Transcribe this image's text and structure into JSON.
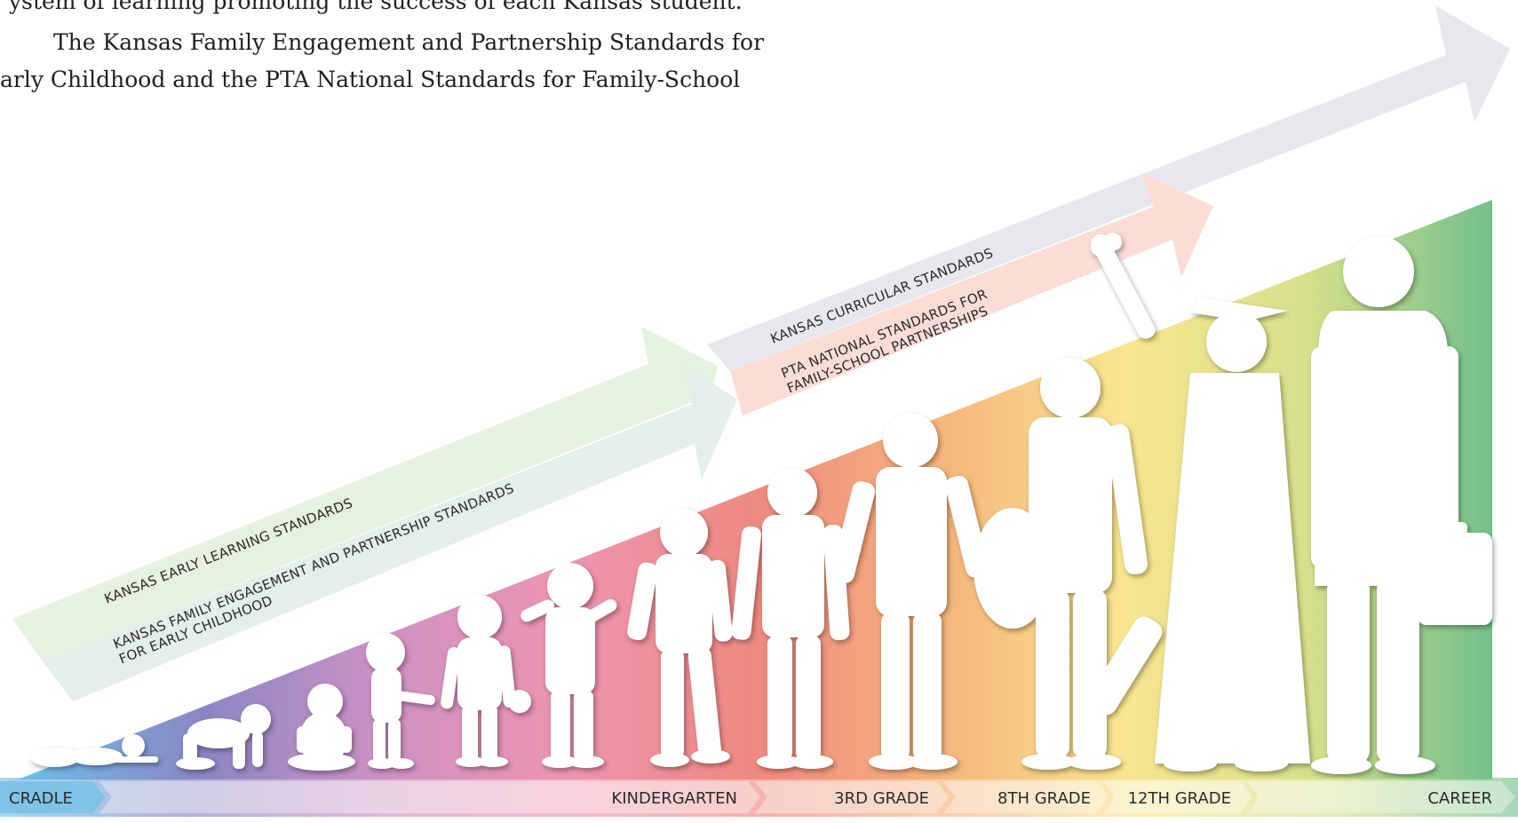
{
  "intro_text": {
    "line_1": "ystem of learning promoting the success of each Kansas student.",
    "line_2": "The Kansas Family Engagement and Partnership Standards for",
    "line_3": "arly Childhood and the PTA National Standards for Family-School"
  },
  "standards_arrows": [
    {
      "lines": [
        "KANSAS EARLY LEARNING STANDARDS"
      ],
      "color": "#e6f1df"
    },
    {
      "lines": [
        "KANSAS FAMILY ENGAGEMENT AND PARTNERSHIP STANDARDS",
        "FOR EARLY CHILDHOOD"
      ],
      "color": "#e3edea"
    },
    {
      "lines": [
        "KANSAS CURRICULAR STANDARDS"
      ],
      "color": "#e9e7ee"
    },
    {
      "lines": [
        "PTA NATIONAL STANDARDS FOR",
        "FAMILY-SCHOOL PARTNERSHIPS"
      ],
      "color": "#fbddd6"
    }
  ],
  "stages": [
    {
      "label": "CRADLE",
      "color": "#7fc3e8"
    },
    {
      "label": "KINDERGARTEN",
      "color": "#e9a9c4"
    },
    {
      "label": "3RD GRADE",
      "color": "#f1a79b"
    },
    {
      "label": "8TH GRADE",
      "color": "#f6b98c"
    },
    {
      "label": "12TH GRADE",
      "color": "#f8dc8e"
    },
    {
      "label": "CAREER",
      "color": "#b3dba8"
    }
  ],
  "gradient_colors": [
    "#6cc1ea",
    "#8b86c4",
    "#ce92c3",
    "#ee94b0",
    "#ef8a80",
    "#f5b47b",
    "#f9e58f",
    "#d6e08b",
    "#73c08c"
  ],
  "figure_color": "#ffffff"
}
